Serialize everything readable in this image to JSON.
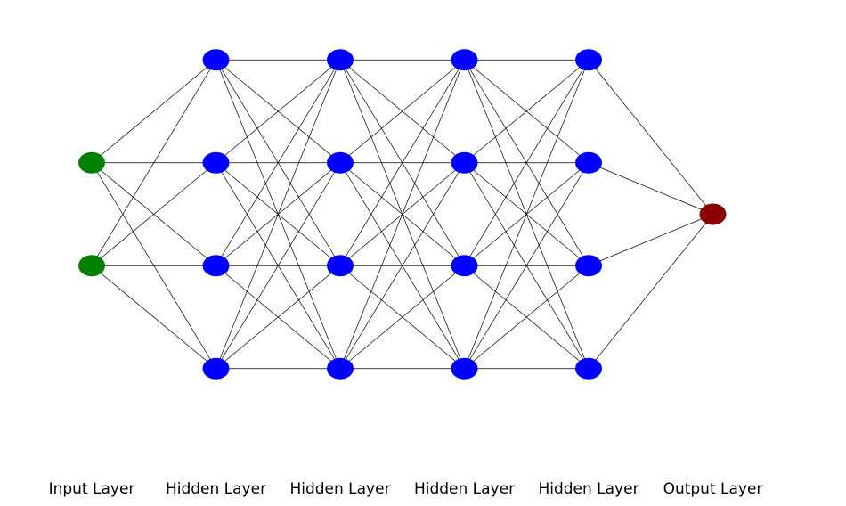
{
  "diagram": {
    "type": "neural-network",
    "colors": {
      "input_node": "#008000",
      "hidden_node": "#0000ff",
      "output_node": "#8b0000",
      "edge": "#000000",
      "background": "#ffffff"
    },
    "layers": [
      {
        "label": "Input Layer",
        "kind": "input",
        "nodes": 2
      },
      {
        "label": "Hidden Layer",
        "kind": "hidden",
        "nodes": 4
      },
      {
        "label": "Hidden Layer",
        "kind": "hidden",
        "nodes": 4
      },
      {
        "label": "Hidden Layer",
        "kind": "hidden",
        "nodes": 4
      },
      {
        "label": "Hidden Layer",
        "kind": "hidden",
        "nodes": 4
      },
      {
        "label": "Output Layer",
        "kind": "output",
        "nodes": 1
      }
    ],
    "connectivity": "fully-connected"
  }
}
